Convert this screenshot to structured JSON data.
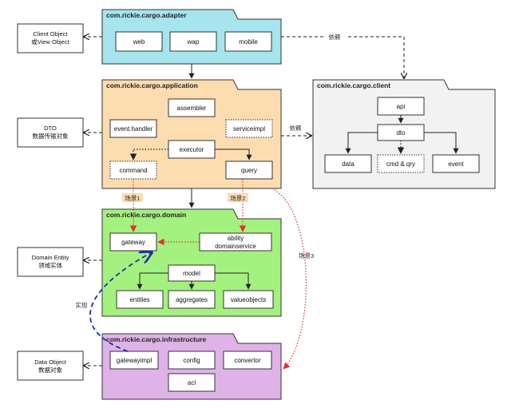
{
  "packages": {
    "adapter": {
      "title": "com.rickie.cargo.adapter",
      "fill": "#a6e4ee"
    },
    "application": {
      "title": "com.rickie.cargo.application",
      "fill": "#fddcb0"
    },
    "domain": {
      "title": "com.rickie.cargo.domain",
      "fill": "#a4f17f"
    },
    "infrastructure": {
      "title": "com.rickie.cargo.infrastructure",
      "fill": "#dfb3e7"
    },
    "client": {
      "title": "com.rickie.cargo.client",
      "fill": "#f2f2f2"
    }
  },
  "nodes": {
    "web": "web",
    "wap": "wap",
    "mobile": "mobile",
    "assembler": "assembler",
    "event_handler": "event.handler",
    "serviceimpl": "serviceimpl",
    "executor": "executor",
    "command": "command",
    "query": "query",
    "gateway": "gateway",
    "ability_line1": "ability",
    "ability_line2": "domainservice",
    "model": "model",
    "entities": "entities",
    "aggregates": "aggregates",
    "valueobjects": "valueobjects",
    "gatewayimpl": "gatewayimpl",
    "config": "config",
    "convertor": "convertor",
    "acl": "acl",
    "api": "api",
    "dto": "dto",
    "data": "data",
    "cmd_qry": "cmd & qry",
    "event": "event"
  },
  "side": {
    "client_object": [
      "Client Object",
      "或View Object"
    ],
    "dto": [
      "DTO",
      "数据传输对象"
    ],
    "domain_entity": [
      "Domain Entity",
      "领域实体"
    ],
    "data_object": [
      "Data Object",
      "数据对象"
    ]
  },
  "labels": {
    "depends_top": "依赖",
    "depends_mid": "依赖",
    "scene1": "场景1",
    "scene2": "场景2",
    "scene3": "场景3",
    "implements": "实现"
  },
  "colors": {
    "scene_arrow": "#e03030",
    "implements_arrow": "#1f2fa8"
  }
}
